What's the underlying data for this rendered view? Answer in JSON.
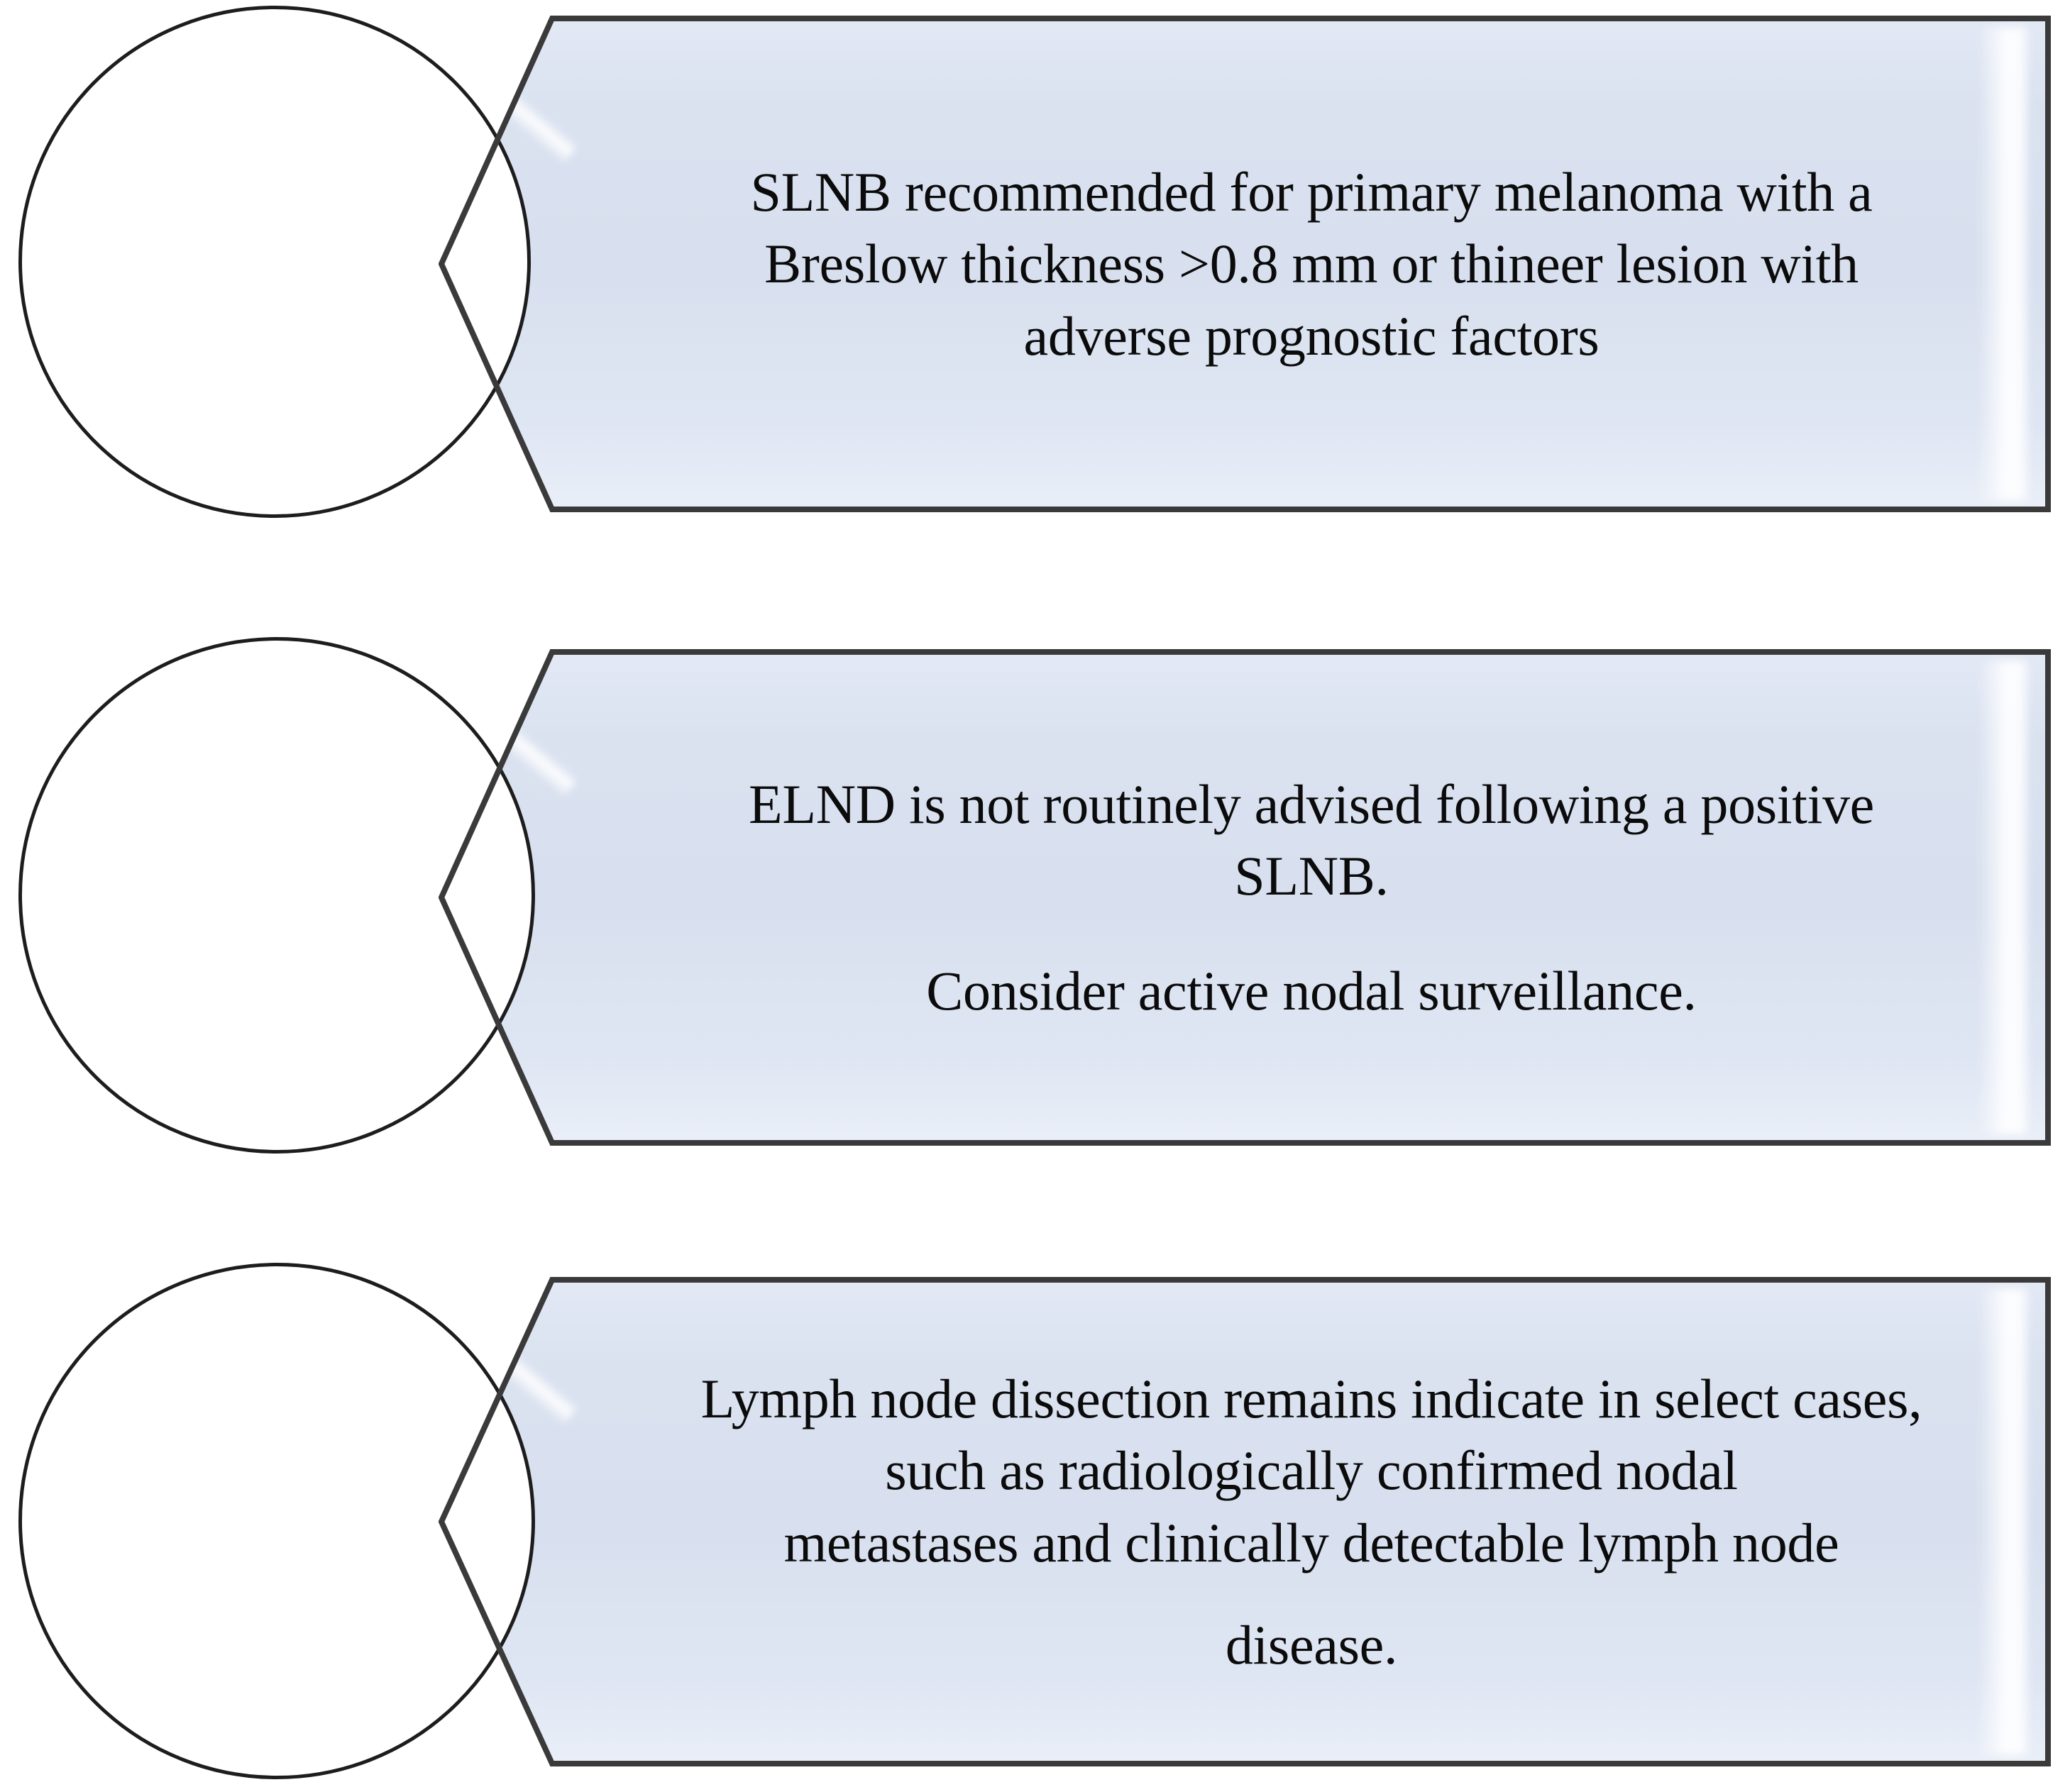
{
  "figure": {
    "type": "flow-banner-list",
    "orientation": "vertical",
    "item_count": 3,
    "colors": {
      "banner_fill": "#dae2f0",
      "banner_fill_light": "#eaeff8",
      "banner_outline": "#3a3a3a",
      "circle_outline": "#1d1d1d",
      "circle_fill": "#ffffff",
      "text": "#0b0b0b",
      "page_background": "#ffffff"
    }
  },
  "items": [
    {
      "index": 1,
      "marker": "empty-circle",
      "paragraphs": [
        "SLNB recommended for primary melanoma with a Breslow thickness >0.8 mm or thineer lesion with adverse prognostic factors"
      ]
    },
    {
      "index": 2,
      "marker": "empty-circle",
      "paragraphs": [
        "ELND is not routinely advised following a positive SLNB.",
        "Consider active nodal surveillance."
      ]
    },
    {
      "index": 3,
      "marker": "empty-circle",
      "paragraphs": [
        "Lymph node dissection remains indicate in select cases, such as radiologically confirmed nodal",
        "metastases and clinically detectable lymph node",
        "disease."
      ]
    }
  ]
}
